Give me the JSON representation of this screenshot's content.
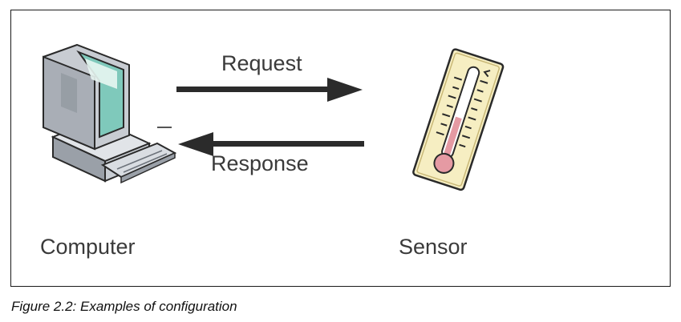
{
  "diagram": {
    "request_label": "Request",
    "response_label": "Response",
    "computer_label": "Computer",
    "sensor_label": "Sensor",
    "icons": [
      "computer-icon",
      "thermometer-icon",
      "right-arrow-icon",
      "left-arrow-icon"
    ],
    "colors": {
      "arrow": "#2b2b2b",
      "screen": "#7fc9bb",
      "monitor": "#c8ccd2",
      "sensor_body": "#f6eec2",
      "mercury": "#e59aa3"
    }
  },
  "caption": "Figure 2.2:  Examples of configuration"
}
